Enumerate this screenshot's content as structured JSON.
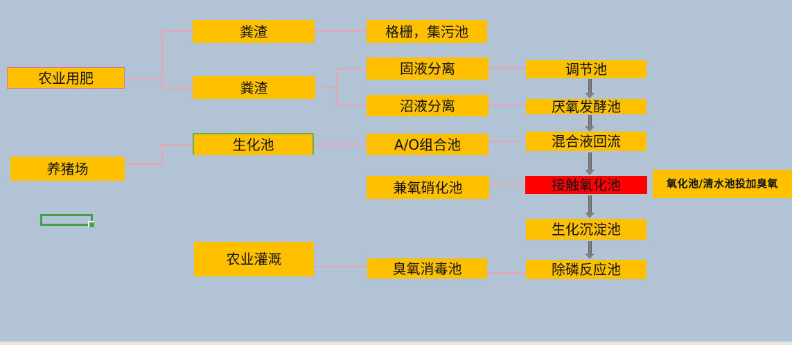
{
  "page": {
    "bg_color": "#B3C3D6",
    "bottom_strip_color": "#EAE6DB"
  },
  "palette": {
    "bg_color": "#B3C3D6",
    "node_fill": "#FFC000",
    "highlight_fill": "#FF0000",
    "connector_pink": "#E9A4B4",
    "arrow_gray": "#7F7F7F",
    "selection_green": "#45A049",
    "accent_green": "#6FAE44",
    "strip_color": "#EAE6DB",
    "text_color": "#111111"
  },
  "nodes": [
    {
      "id": "agriculture-fertilizer",
      "label": "农业用肥"
    },
    {
      "id": "pig-farm",
      "label": "养猪场"
    },
    {
      "id": "manure-residue-1",
      "label": "粪渣"
    },
    {
      "id": "manure-residue-2",
      "label": "粪渣"
    },
    {
      "id": "biochemical-pool",
      "label": "生化池"
    },
    {
      "id": "agricultural-irrigation",
      "label": "农业灌溉"
    },
    {
      "id": "grille-sewage-collection-pool",
      "label": "格栅，集污池"
    },
    {
      "id": "solid-liquid-separation",
      "label": "固液分离"
    },
    {
      "id": "biogas-slurry-separation",
      "label": "沼液分离"
    },
    {
      "id": "ao-combination-pool",
      "label": "A/O组合池"
    },
    {
      "id": "facultative-nitrification-pool",
      "label": "兼氧硝化池"
    },
    {
      "id": "ozone-disinfection-pool",
      "label": "臭氧消毒池"
    },
    {
      "id": "regulation-pool",
      "label": "调节池"
    },
    {
      "id": "anaerobic-fermentation-pool",
      "label": "厌氧发酵池"
    },
    {
      "id": "mixed-liquor-reflux",
      "label": "混合液回流"
    },
    {
      "id": "contact-oxidation-pool",
      "label": "接触氧化池",
      "highlighted": true
    },
    {
      "id": "biochemical-sedimentation-pool",
      "label": "生化沉淀池"
    },
    {
      "id": "phosphorus-removal-reaction-pool",
      "label": "除磷反应池"
    },
    {
      "id": "ozone-dosing-note",
      "label": "氧化池/清水池投加臭氧",
      "style": "annotation"
    }
  ],
  "edges": [
    {
      "from": "agriculture-fertilizer",
      "to": "manure-residue-1",
      "type": "line"
    },
    {
      "from": "agriculture-fertilizer",
      "to": "manure-residue-2",
      "type": "line"
    },
    {
      "from": "manure-residue-1",
      "to": "grille-sewage-collection-pool",
      "type": "line"
    },
    {
      "from": "manure-residue-2",
      "to": "solid-liquid-separation",
      "type": "line"
    },
    {
      "from": "manure-residue-2",
      "to": "biogas-slurry-separation",
      "type": "line"
    },
    {
      "from": "solid-liquid-separation",
      "to": "regulation-pool",
      "type": "line"
    },
    {
      "from": "biogas-slurry-separation",
      "to": "anaerobic-fermentation-pool",
      "type": "line"
    },
    {
      "from": "pig-farm",
      "to": "biochemical-pool",
      "type": "line"
    },
    {
      "from": "biochemical-pool",
      "to": "ao-combination-pool",
      "type": "line"
    },
    {
      "from": "ao-combination-pool",
      "to": "mixed-liquor-reflux",
      "type": "line"
    },
    {
      "from": "facultative-nitrification-pool",
      "to": "contact-oxidation-pool",
      "type": "line"
    },
    {
      "from": "agricultural-irrigation",
      "to": "ozone-disinfection-pool",
      "type": "line"
    },
    {
      "from": "ozone-disinfection-pool",
      "to": "phosphorus-removal-reaction-pool",
      "type": "line"
    },
    {
      "from": "regulation-pool",
      "to": "anaerobic-fermentation-pool",
      "type": "arrow-down"
    },
    {
      "from": "anaerobic-fermentation-pool",
      "to": "mixed-liquor-reflux",
      "type": "arrow-down"
    },
    {
      "from": "mixed-liquor-reflux",
      "to": "contact-oxidation-pool",
      "type": "arrow-down"
    },
    {
      "from": "contact-oxidation-pool",
      "to": "biochemical-sedimentation-pool",
      "type": "arrow-down"
    },
    {
      "from": "biochemical-sedimentation-pool",
      "to": "phosphorus-removal-reaction-pool",
      "type": "arrow-down"
    }
  ],
  "selection": {
    "note": "empty active cell selection"
  }
}
